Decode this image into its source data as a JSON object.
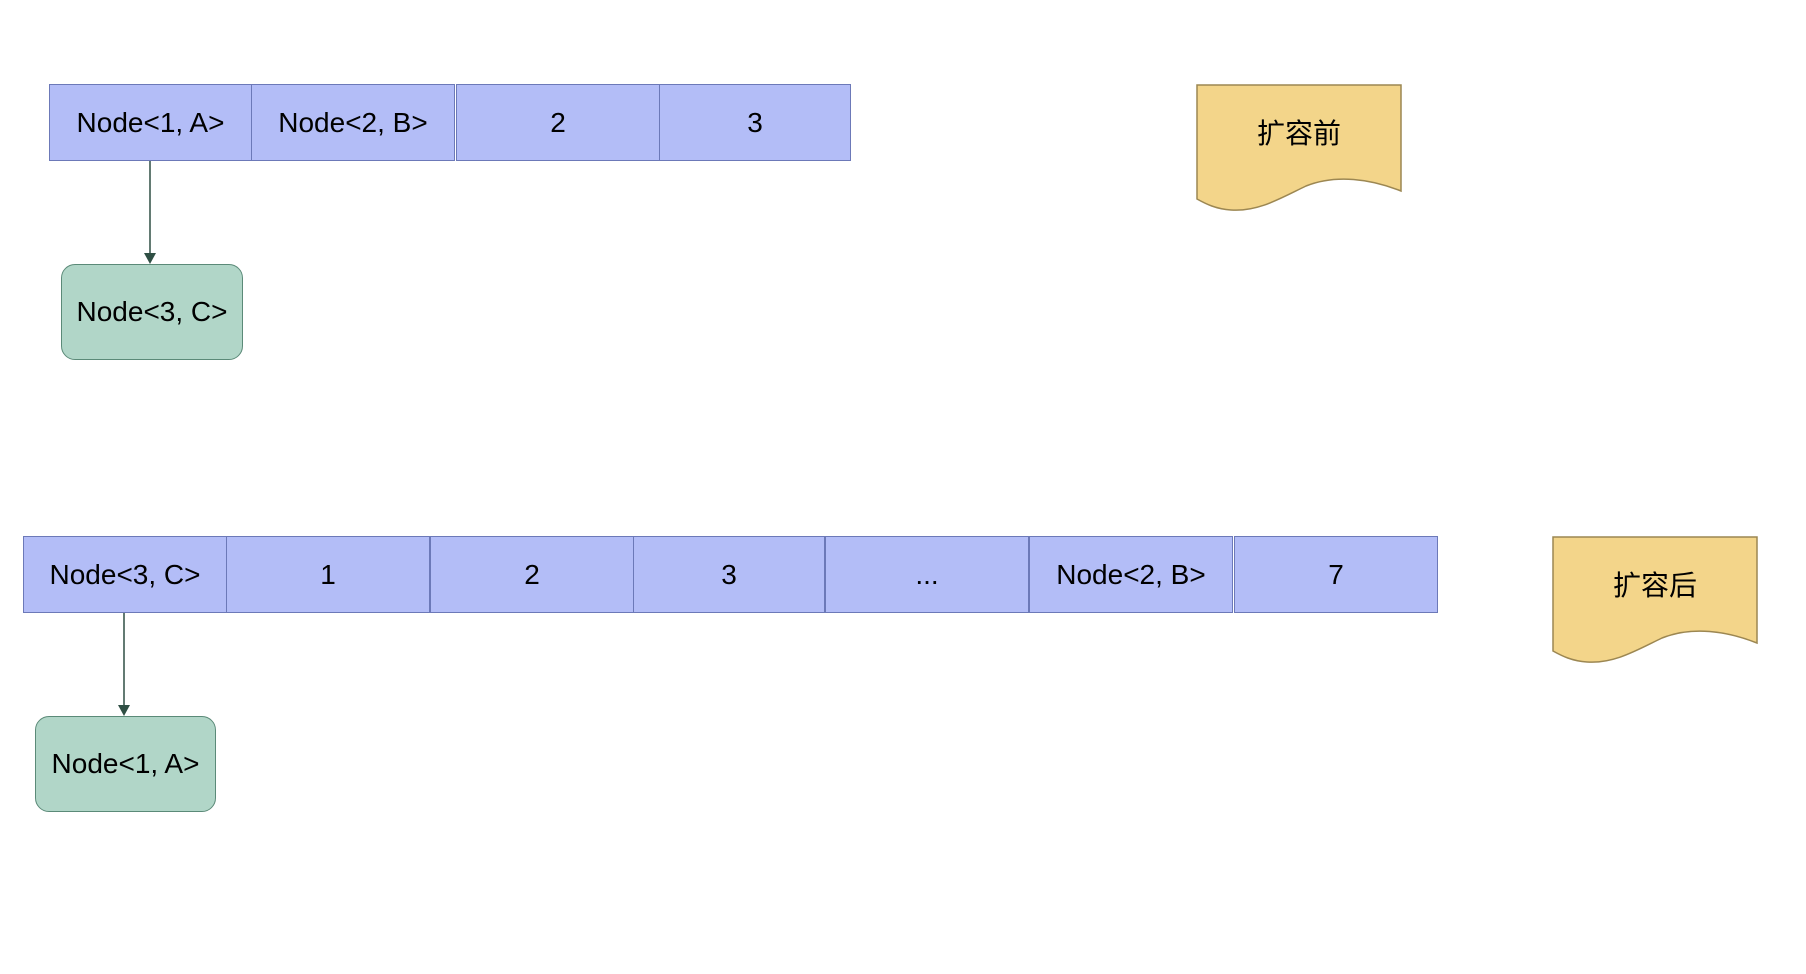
{
  "before": {
    "array_cells": [
      "Node<1, A>",
      "Node<2, B>",
      "2",
      "3"
    ],
    "chained_node": "Node<3, C>",
    "caption": "扩容前"
  },
  "after": {
    "array_cells": [
      "Node<3, C>",
      "1",
      "2",
      "3",
      "...",
      "Node<2, B>",
      "7"
    ],
    "chained_node": "Node<1, A>",
    "caption": "扩容后"
  },
  "colors": {
    "array_cell_fill": "#b3bdf7",
    "chained_node_fill": "#b1d6c8",
    "caption_fill": "#f3d58a",
    "connector": "#2f4f44"
  }
}
